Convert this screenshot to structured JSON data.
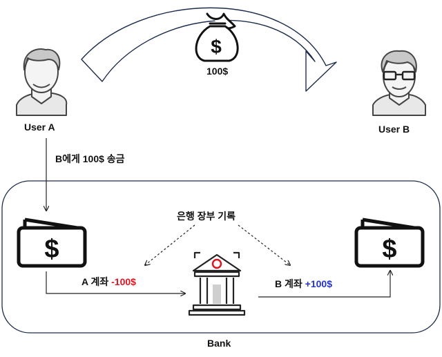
{
  "users": {
    "a": {
      "label": "User A"
    },
    "b": {
      "label": "User B"
    }
  },
  "transfer": {
    "amount": "100$"
  },
  "instruction": "B에게 100$ 송금",
  "bank": {
    "label": "Bank",
    "ledger": "은행 장부 기록",
    "account_a": {
      "label": "A 계좌",
      "change": "-100$"
    },
    "account_b": {
      "label": "B 계좌",
      "change": "+100$"
    }
  },
  "icons": [
    "person-icon",
    "money-bag-icon",
    "wallet-icon",
    "bank-building-icon"
  ],
  "colors": {
    "negative": "#e0141e",
    "positive": "#2233c8",
    "frame": "#1c2b4a"
  }
}
